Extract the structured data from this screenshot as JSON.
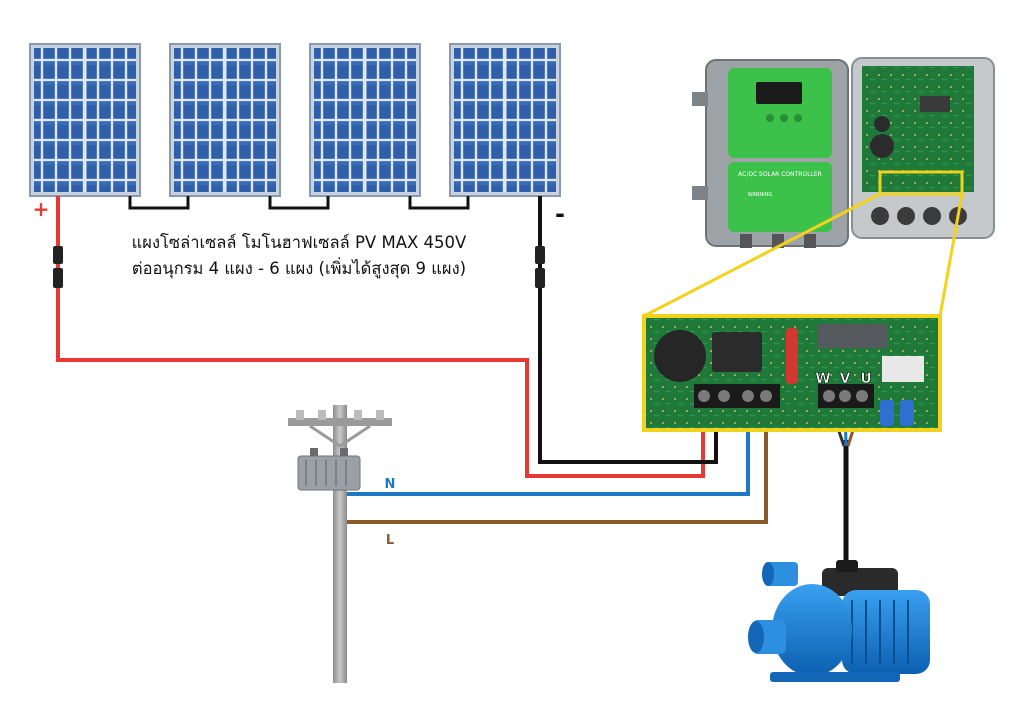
{
  "caption": {
    "line1": "แผงโซล่าเซลล์ โมโนฮาฟเซลล์ PV MAX 450V",
    "line2": "ต่ออนุกรม 4 แผง - 6 แผง (เพิ่มได้สูงสุด 9 แผง)"
  },
  "polarity": {
    "positive": "+",
    "negative": "-"
  },
  "grid_labels": {
    "neutral": "N",
    "live": "L"
  },
  "terminal_labels": {
    "w": "W",
    "v": "V",
    "u": "U"
  },
  "controller": {
    "badge": "AC/DC SOLAR CONTROLLER",
    "warning": "WARNING"
  },
  "colors": {
    "positive_wire": "#e53935",
    "negative_wire": "#111111",
    "neutral_wire": "#1e78c8",
    "live_wire": "#8b5a2b",
    "highlight": "#f2d21c",
    "panel_cell": "#2f5fa8",
    "controller_green": "#3cc24a"
  }
}
